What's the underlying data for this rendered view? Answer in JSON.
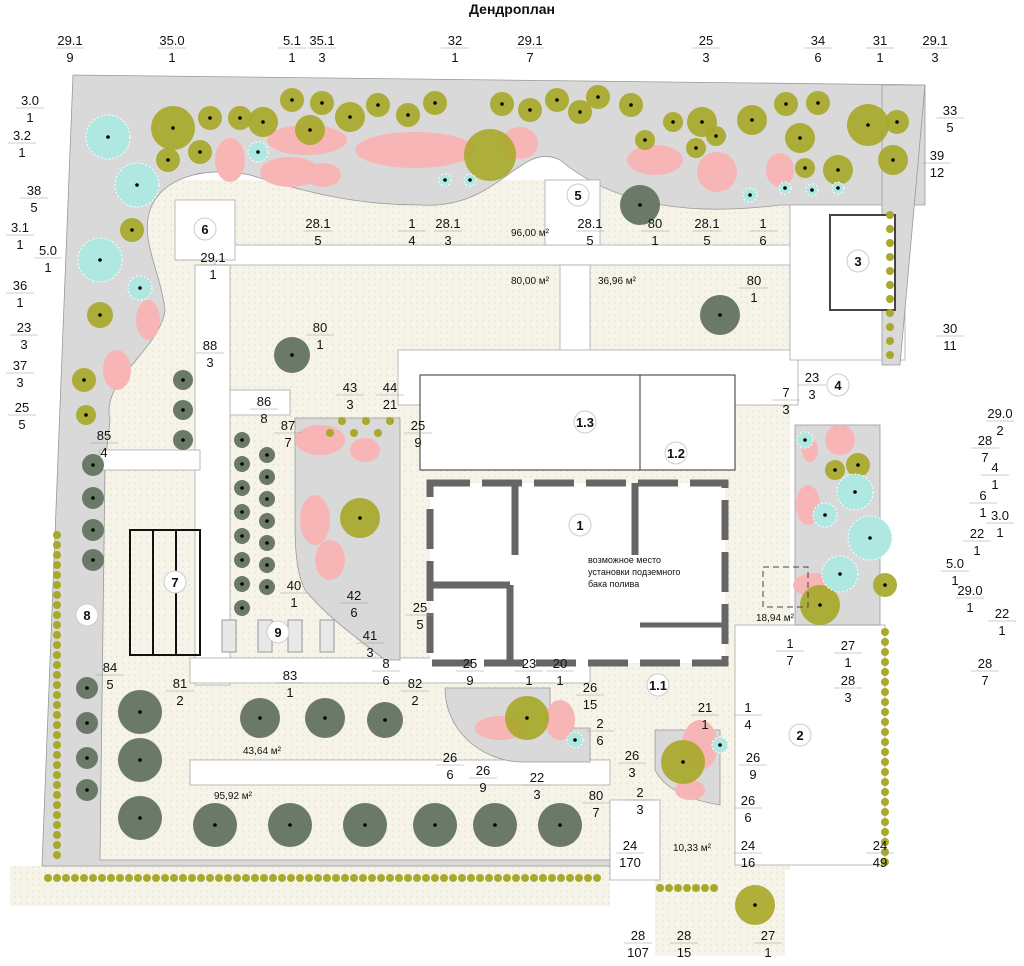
{
  "title": "Дендроплан",
  "colors": {
    "deciduous_shrub": "#a8a82a",
    "flower_bed": "#f7b5b5",
    "conifer": "#aee8e0",
    "tree": "#6b7a68",
    "planting_zone": "#d9d9d9",
    "lawn": "#f6f4e8"
  },
  "note": [
    "возможное место",
    "установки подземного",
    "бака полива"
  ],
  "zones": [
    "1",
    "1.1",
    "1.2",
    "1.3",
    "2",
    "3",
    "4",
    "5",
    "6",
    "7",
    "8",
    "9"
  ],
  "areas": [
    "96,00 м²",
    "80,00 м²",
    "36,96 м²",
    "18,94 м²",
    "43,64 м²",
    "95,92 м²",
    "10,33 м²"
  ],
  "labels": [
    [
      "29.1",
      "9"
    ],
    [
      "35.0",
      "1"
    ],
    [
      "5.1",
      "1"
    ],
    [
      "35.1",
      "3"
    ],
    [
      "32",
      "1"
    ],
    [
      "29.1",
      "7"
    ],
    [
      "25",
      "3"
    ],
    [
      "34",
      "6"
    ],
    [
      "31",
      "1"
    ],
    [
      "29.1",
      "3"
    ],
    [
      "3.0",
      "1"
    ],
    [
      "3.2",
      "1"
    ],
    [
      "33",
      "5"
    ],
    [
      "39",
      "12"
    ],
    [
      "38",
      "5"
    ],
    [
      "3.1",
      "1"
    ],
    [
      "5.0",
      "1"
    ],
    [
      "28.1",
      "5"
    ],
    [
      "1",
      "4"
    ],
    [
      "28.1",
      "3"
    ],
    [
      "28.1",
      "5"
    ],
    [
      "80",
      "1"
    ],
    [
      "28.1",
      "5"
    ],
    [
      "1",
      "6"
    ],
    [
      "29.1",
      "1"
    ],
    [
      "36",
      "1"
    ],
    [
      "80",
      "1"
    ],
    [
      "80",
      "1"
    ],
    [
      "23",
      "3"
    ],
    [
      "88",
      "3"
    ],
    [
      "37",
      "3"
    ],
    [
      "30",
      "11"
    ],
    [
      "43",
      "3"
    ],
    [
      "44",
      "21"
    ],
    [
      "7",
      "3"
    ],
    [
      "23",
      "3"
    ],
    [
      "29.0",
      "2"
    ],
    [
      "25",
      "5"
    ],
    [
      "86",
      "8"
    ],
    [
      "87",
      "7"
    ],
    [
      "85",
      "4"
    ],
    [
      "25",
      "9"
    ],
    [
      "28",
      "7"
    ],
    [
      "4",
      "1"
    ],
    [
      "6",
      "1"
    ],
    [
      "3.0",
      "1"
    ],
    [
      "22",
      "1"
    ],
    [
      "5.0",
      "1"
    ],
    [
      "29.0",
      "1"
    ],
    [
      "22",
      "1"
    ],
    [
      "40",
      "1"
    ],
    [
      "42",
      "6"
    ],
    [
      "25",
      "5"
    ],
    [
      "41",
      "3"
    ],
    [
      "1",
      "7"
    ],
    [
      "27",
      "1"
    ],
    [
      "28",
      "7"
    ],
    [
      "28",
      "3"
    ],
    [
      "8",
      "6"
    ],
    [
      "84",
      "5"
    ],
    [
      "81",
      "2"
    ],
    [
      "83",
      "1"
    ],
    [
      "82",
      "2"
    ],
    [
      "25",
      "9"
    ],
    [
      "23",
      "1"
    ],
    [
      "20",
      "1"
    ],
    [
      "26",
      "15"
    ],
    [
      "21",
      "1"
    ],
    [
      "1",
      "4"
    ],
    [
      "2",
      "6"
    ],
    [
      "26",
      "3"
    ],
    [
      "26",
      "9"
    ],
    [
      "26",
      "6"
    ],
    [
      "26",
      "9"
    ],
    [
      "22",
      "3"
    ],
    [
      "2",
      "3"
    ],
    [
      "26",
      "6"
    ],
    [
      "80",
      "7"
    ],
    [
      "24",
      "170"
    ],
    [
      "24",
      "16"
    ],
    [
      "24",
      "49"
    ],
    [
      "28",
      "107"
    ],
    [
      "28",
      "15"
    ],
    [
      "27",
      "1"
    ]
  ]
}
